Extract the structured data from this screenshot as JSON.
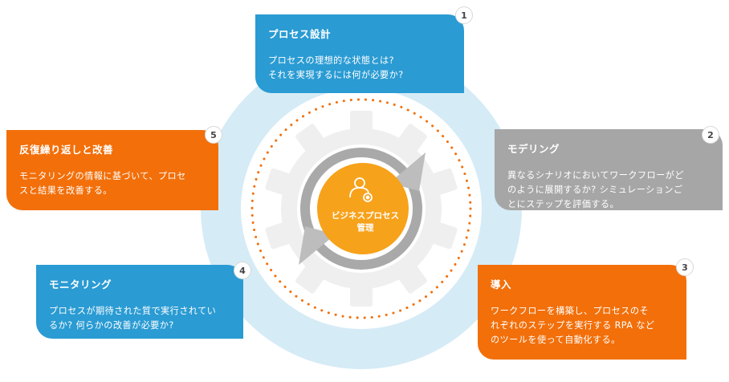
{
  "center": {
    "label": "ビジネスプロセス\n管理",
    "icon": "person-gear-icon"
  },
  "colors": {
    "blue": "#2a9bd3",
    "orange": "#f26f0a",
    "gray": "#a6a6a6",
    "halo": "#d5ebf6",
    "dots": "#f26f0a",
    "gear": "#efefef",
    "ring": "#a9a9a9",
    "core": "#f7a21b"
  },
  "cards": [
    {
      "number": "1",
      "title": "プロセス設計",
      "text": "プロセスの理想的な状態とは?\nそれを実現するには何が必要か?",
      "color": "blue"
    },
    {
      "number": "2",
      "title": "モデリング",
      "text": "異なるシナリオにおいてワークフローがど\nのように展開するか? シミュレーションご\nとにステップを評価する。",
      "color": "gray"
    },
    {
      "number": "3",
      "title": "導入",
      "text": "ワークフローを構築し、プロセスのそ\nれぞれのステップを実行する RPA など\nのツールを使って自動化する。",
      "color": "orange"
    },
    {
      "number": "4",
      "title": "モニタリング",
      "text": "プロセスが期待された質で実行されてい\nるか? 何らかの改善が必要か?",
      "color": "blue"
    },
    {
      "number": "5",
      "title": "反復繰り返しと改善",
      "text": "モニタリングの情報に基づいて、プロセ\nスと結果を改善する。",
      "color": "orange"
    }
  ]
}
